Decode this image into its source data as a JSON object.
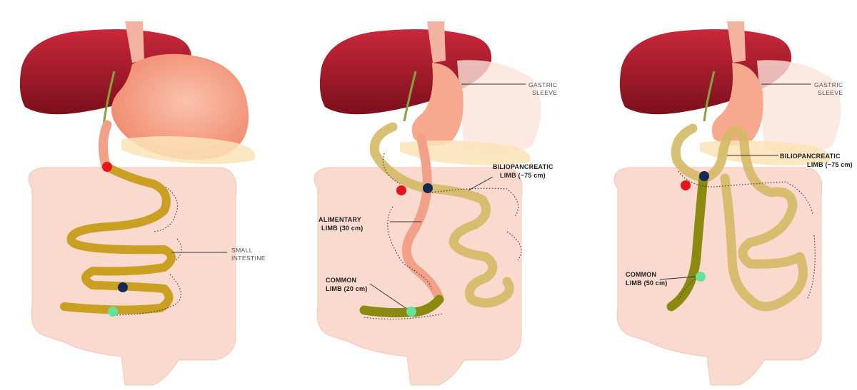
{
  "colors": {
    "liver": "#a5192a",
    "stomach": "#f6a98c",
    "colon": "#fad9cf",
    "intestine": "#c9a021",
    "common_limb": "#8a8a10",
    "alimentary": "#f3a088",
    "marker_red": "#e8141c",
    "marker_navy": "#14285a",
    "marker_green": "#63e39a"
  },
  "panel1": {
    "small_intestine": [
      "SMALL",
      "INTESTINE"
    ]
  },
  "panel2": {
    "gastric_sleeve": [
      "GASTRIC",
      "SLEEVE"
    ],
    "biliopancreatic": [
      "BILIOPANCREATIC",
      "LIMB (~75 cm)"
    ],
    "alimentary": [
      "ALIMENTARY",
      "LIMB (30 cm)"
    ],
    "common": [
      "COMMON",
      "LIMB (20 cm)"
    ]
  },
  "panel3": {
    "gastric_sleeve": [
      "GASTRIC",
      "SLEEVE"
    ],
    "biliopancreatic": [
      "BILIOPANCREATIC",
      "LIMB (~75 cm)"
    ],
    "common": [
      "COMMON",
      "LIMB (50 cm)"
    ]
  }
}
